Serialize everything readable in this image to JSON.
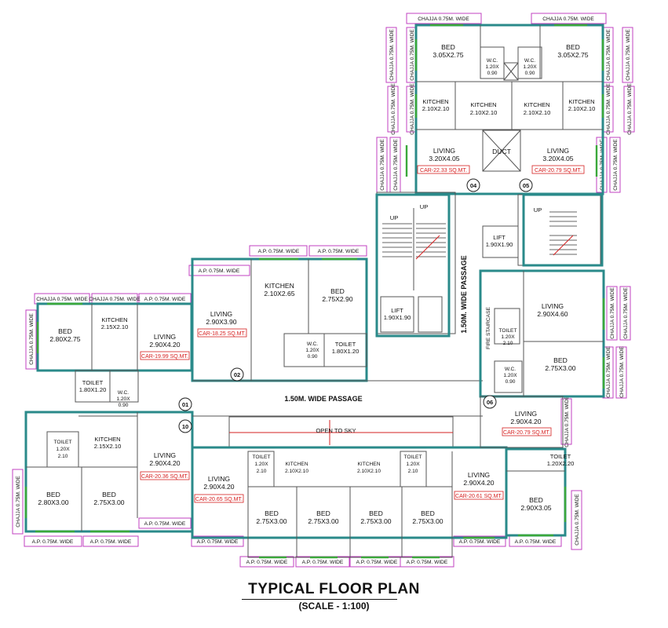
{
  "title": "TYPICAL FLOOR PLAN",
  "scale": "(SCALE - 1:100)",
  "passage_main": "1.50M. WIDE PASSAGE",
  "passage_vertical": "1.50M. WIDE PASSAGE",
  "open_to_sky": "OPEN TO SKY",
  "duct": "DUCT",
  "up": "UP",
  "fire_staircase": "FIRE STAIRCASE",
  "chajja": "CHAJJA 0.75M. WIDE",
  "ap": "A.P. 0.75M. WIDE",
  "lift_label": "LIFT",
  "lift_left": "1.90X1.90",
  "lift_right": "1.90X1.90",
  "flats": [
    "01",
    "02",
    "04",
    "05",
    "06",
    "10"
  ],
  "car": {
    "f04": "CAR-22.33 SQ.MT.",
    "f05": "CAR-20.79 SQ.MT.",
    "f02": "CAR-18.25 SQ.MT.",
    "f01": "CAR-19.99 SQ.MT.",
    "f10": "CAR-20.36 SQ.MT.",
    "f09": "CAR-20.65 SQ.MT.",
    "f07": "CAR-20.61 SQ.MT.",
    "f06": "CAR-20.79 SQ.MT."
  },
  "rooms": {
    "bed": "BED",
    "kitchen": "KITCHEN",
    "living": "LIVING",
    "wc": "W.C.",
    "toilet": "TOILET"
  },
  "dims": {
    "bed_top": "3.05X2.75",
    "wc_top": "1.20X",
    "wc_top2": "0.90",
    "kitchen_top": "2.10X2.10",
    "living_top": "3.20X4.05",
    "kit_02": "2.10X2.65",
    "bed_02": "2.75X2.90",
    "living_02": "2.90X3.90",
    "wc_02a": "1.20X",
    "wc_02b": "0.90",
    "toilet_02": "1.80X1.20",
    "bed_01": "2.80X2.75",
    "kit_01": "2.15X2.10",
    "living_01": "2.90X4.20",
    "toilet_01": "1.80X1.20",
    "wc_01a": "1.20X",
    "wc_01b": "0.90",
    "kit_10": "2.15X2.10",
    "toilet_10a": "1.20X",
    "toilet_10b": "2.10",
    "living_10": "2.90X4.20",
    "bed_10a": "2.80X3.00",
    "bed_10b": "2.75X3.00",
    "living_09": "2.90X4.20",
    "toilet_09a": "1.20X",
    "toilet_09b": "2.10",
    "kit_09": "2.10X2.10",
    "bed_mid": "2.75X3.00",
    "living_07": "2.90X4.20",
    "bed_07": "2.90X3.05",
    "toilet_07": "1.20X2.20",
    "living_06": "2.90X4.20",
    "living_r": "2.90X4.60",
    "bed_r": "2.75X3.00",
    "toilet_ra": "1.20X",
    "toilet_rb": "2.10",
    "wc_ra": "1.20X",
    "wc_rb": "0.90"
  }
}
